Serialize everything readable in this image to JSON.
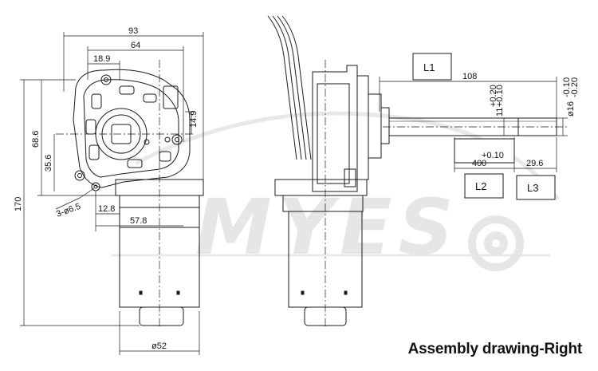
{
  "caption": "Assembly drawing-Right",
  "watermark": {
    "text": "MYES",
    "color": "#e6e6e6"
  },
  "line_color": "#1a1a1a",
  "front_view": {
    "dims": {
      "overall_width": "93",
      "mount_width": "64",
      "offset_small": "18.9",
      "vertical_small": "14.9",
      "height_total": "170",
      "height_mid": "68.6",
      "height_small": "35.6",
      "holes": "3-ø6.5",
      "offset_left": "12.8",
      "offset_right": "57.8",
      "motor_dia": "ø52"
    }
  },
  "side_view": {
    "dims": {
      "shaft_length": "108",
      "shaft_tol": "ø16",
      "shaft_tol_upper": "-0.10",
      "shaft_tol_lower": "-0.20",
      "step": "11",
      "step_upper": "+0.20",
      "step_lower": "+0.10",
      "groove": "40",
      "groove_upper": "+0.10",
      "groove_lower": "0",
      "end_length": "29.6"
    },
    "labels": {
      "l1": "L1",
      "l2": "L2",
      "l3": "L3"
    }
  }
}
